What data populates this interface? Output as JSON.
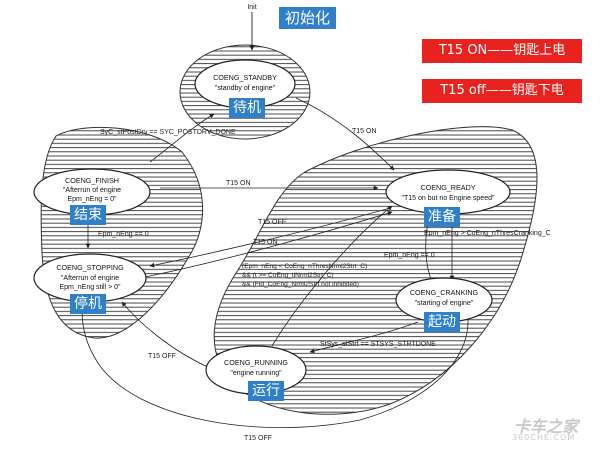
{
  "init_label": "Init",
  "init_cn": "初始化",
  "legend": {
    "on": "T15 ON——钥匙上电",
    "off": "T15 off——钥匙下电",
    "color": "#e8231f"
  },
  "label_color": "#2f80c9",
  "states": {
    "standby": {
      "name": "COENG_STANDBY",
      "desc": "\"standby of engine\"",
      "cn": "待机"
    },
    "finish": {
      "name": "COENG_FINISH",
      "desc": "\"Afterrun of engine",
      "desc2": "Epm_nEng = 0\"",
      "cn": "结束"
    },
    "ready": {
      "name": "COENG_READY",
      "desc": "\"T15 on but no Engine speed\"",
      "cn": "准备"
    },
    "stopping": {
      "name": "COENG_STOPPING",
      "desc": "\"Afterrun of engine",
      "desc2": "Epm_nEng still > 0\"",
      "cn": "停机"
    },
    "cranking": {
      "name": "COENG_CRANKING",
      "desc": "\"starting of engine\"",
      "cn": "起动"
    },
    "running": {
      "name": "COENG_RUNNING",
      "desc": "\"engine running\"",
      "cn": "运行"
    }
  },
  "transitions": {
    "finish_standby": "SyC_stPostDrv == SYC_POSTDRV_DONE",
    "standby_ready": "T15 ON",
    "finish_ready": "T15 ON",
    "ready_stopping_off": "T15 OFF",
    "stopping_ready_on": "T15 ON",
    "finish_stopping": "Epm_nEng == 0",
    "ready_cranking": "Epm_nEng > CoEng_nThresCranking_C",
    "cranking_ready": "Epm_nEng == 0",
    "cranking_running_cond1": "(Epm_nEng < CoEng_nThresNrml2Strt_C)",
    "cranking_running_cond2": "&& (t >= CoEng_tiNrml2Strt_C)",
    "cranking_running_cond3": "&& (Fld_CoEng_Nrml2Strt not inhibited)",
    "cranking_running_start": "StSys_stStrt == STSYS_STRTDONE",
    "running_stopping_off": "T15 OFF",
    "loop_off": "T15 OFF"
  },
  "watermark": {
    "brand": "卡车之家",
    "site": "360CHE.COM"
  }
}
